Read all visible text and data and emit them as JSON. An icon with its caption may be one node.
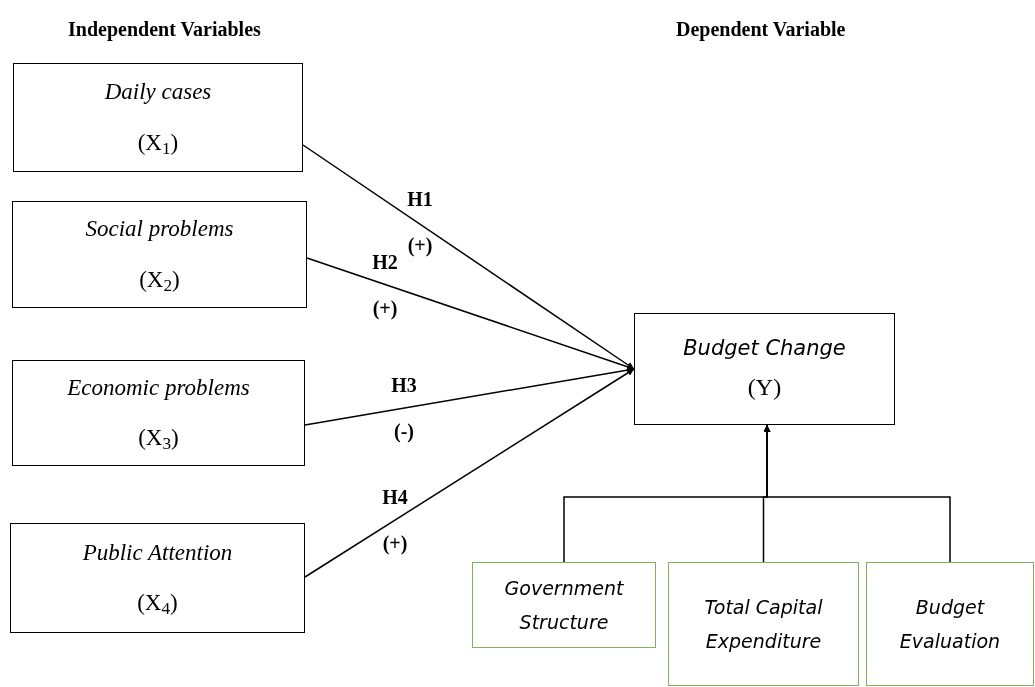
{
  "diagram": {
    "nodes": [
      {
        "text": [
          "Daily cases",
          "(X$_{1}$)"
        ]
      },
      {
        "text": [
          "Social problems",
          "(X$_{2}$)"
        ]
      },
      {
        "text": [
          "Economic problems",
          "(X$_{3}$)"
        ]
      },
      {
        "text": [
          "Public Attention",
          "(X$_{4}$)"
        ]
      },
      {
        "text": [
          "Budget Change",
          "(Y)"
        ]
      },
      {
        "text": [
          "Government Structure"
        ]
      },
      {
        "text": [
          "Total Capital Expenditure"
        ]
      },
      {
        "text": [
          "Budget Evaluation"
        ]
      }
    ],
    "edges": [
      {
        "from": 0,
        "to": 4,
        "arrow": "to",
        "label": "H1 (+)"
      },
      {
        "from": 1,
        "to": 4,
        "arrow": "to",
        "label": "H2 (+)"
      },
      {
        "from": 2,
        "to": 4,
        "arrow": "to",
        "label": "H3 (-)"
      },
      {
        "from": 3,
        "to": 4,
        "arrow": "to",
        "label": "H4 (+)"
      },
      {
        "from": 5,
        "to": 4,
        "arrow": "to"
      },
      {
        "from": 6,
        "to": 4,
        "arrow": "to"
      },
      {
        "from": 7,
        "to": 4,
        "arrow": "to"
      }
    ],
    "labels": [
      "Independent Variables",
      "Dependent Variable"
    ]
  }
}
